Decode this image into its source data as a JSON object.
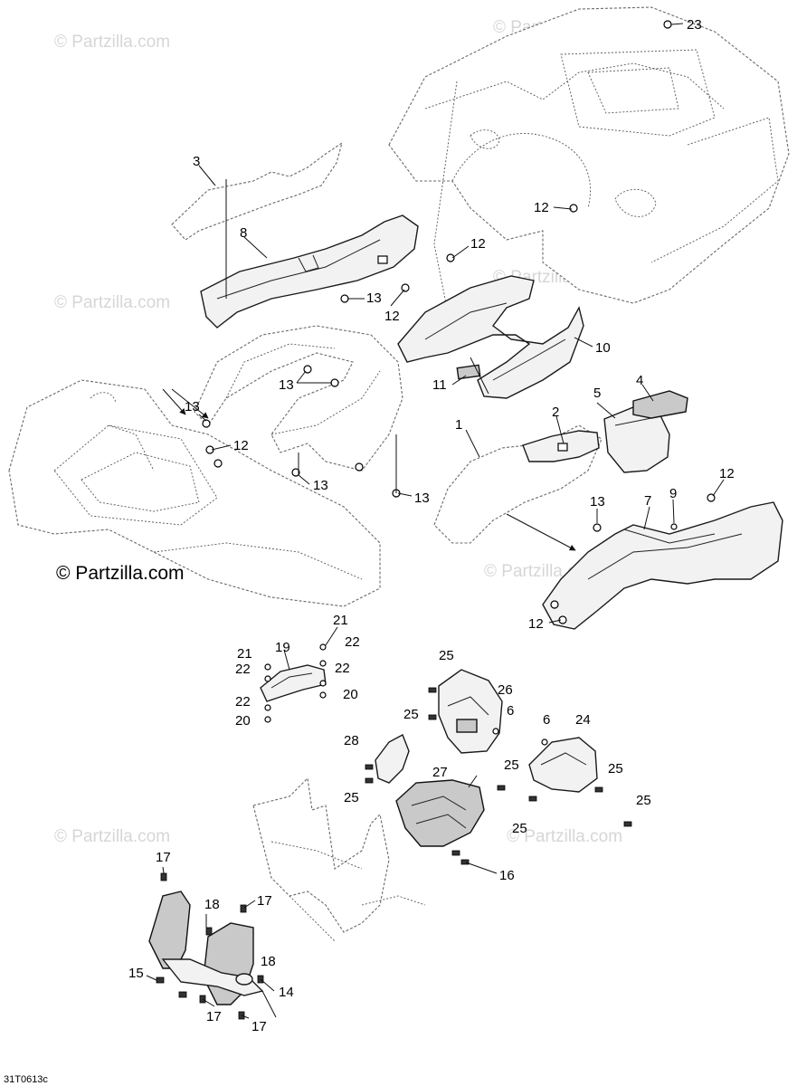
{
  "watermarks": {
    "text": "© Partzilla.com",
    "primary": "© Partzilla.com"
  },
  "reference_code": "31T0613c",
  "callouts": {
    "c1": "1",
    "c2": "2",
    "c3": "3",
    "c4": "4",
    "c5": "5",
    "c6a": "6",
    "c6b": "6",
    "c7": "7",
    "c8": "8",
    "c9": "9",
    "c10": "10",
    "c11": "11",
    "c12a": "12",
    "c12b": "12",
    "c12c": "12",
    "c12d": "12",
    "c12e": "12",
    "c12f": "12",
    "c13a": "13",
    "c13b": "13",
    "c13c": "13",
    "c13d": "13",
    "c13e": "13",
    "c13f": "13",
    "c14": "14",
    "c15": "15",
    "c16": "16",
    "c17a": "17",
    "c17b": "17",
    "c17c": "17",
    "c17d": "17",
    "c18a": "18",
    "c18b": "18",
    "c19": "19",
    "c20a": "20",
    "c20b": "20",
    "c21a": "21",
    "c21b": "21",
    "c22a": "22",
    "c22b": "22",
    "c22c": "22",
    "c22d": "22",
    "c23": "23",
    "c24": "24",
    "c25a": "25",
    "c25b": "25",
    "c25c": "25",
    "c25d": "25",
    "c25e": "25",
    "c25f": "25",
    "c25g": "25",
    "c26": "26",
    "c27": "27",
    "c28": "28"
  },
  "colors": {
    "line": "#111111",
    "phantom": "#6a6a6a",
    "watermark": "#d6d6d6"
  }
}
